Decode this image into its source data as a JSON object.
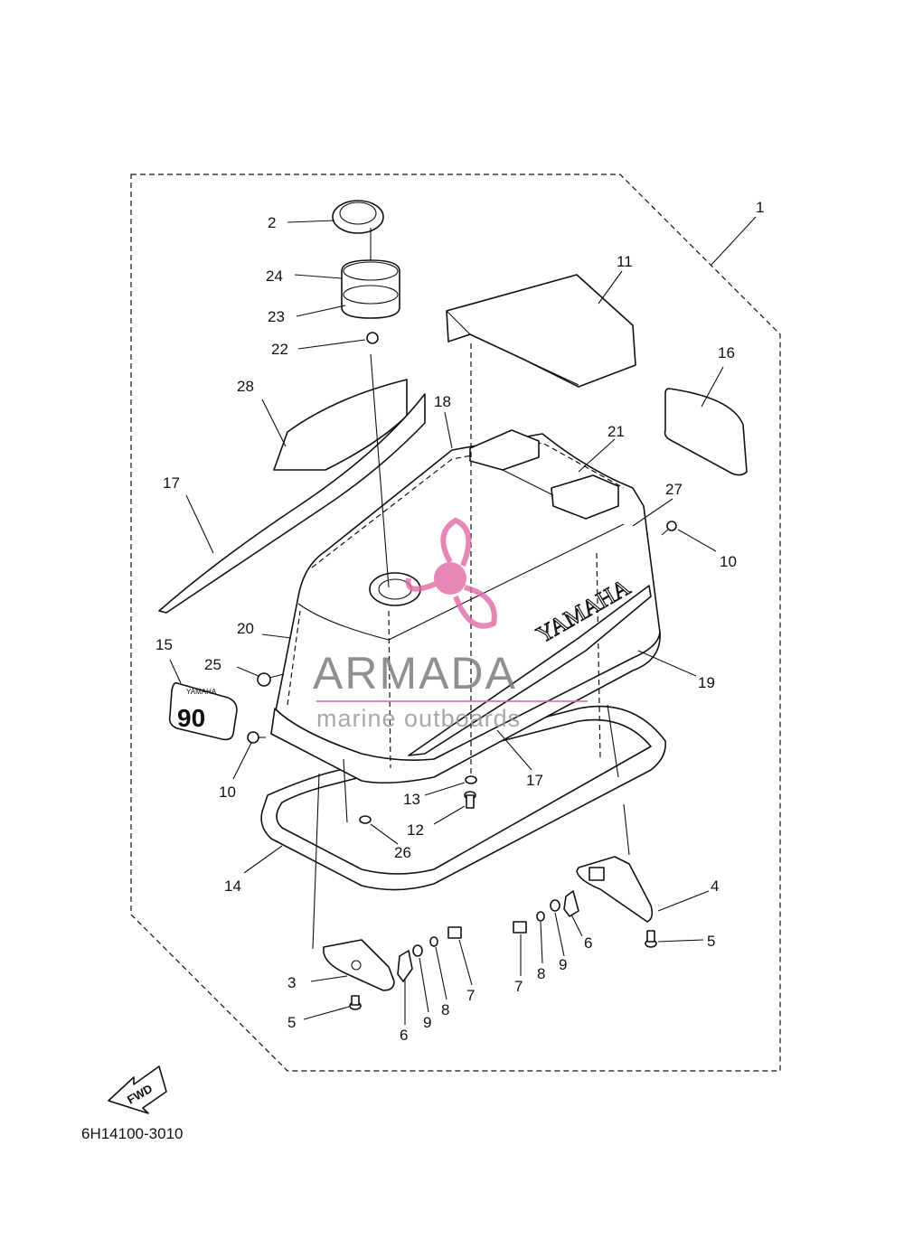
{
  "diagram": {
    "code": "6H14100-3010",
    "fwd_label": "FWD",
    "brand_text": "YAMAHA",
    "emblem_brand": "YAMAHA",
    "emblem_number": "90",
    "watermark": {
      "title": "ARMADA",
      "subtitle": "marine outboards",
      "accent_color": "#e26aa6"
    },
    "callouts": {
      "c1": "1",
      "c2": "2",
      "c3": "3",
      "c4": "4",
      "c5a": "5",
      "c5b": "5",
      "c6a": "6",
      "c6b": "6",
      "c7a": "7",
      "c7b": "7",
      "c8a": "8",
      "c8b": "8",
      "c9a": "9",
      "c9b": "9",
      "c10a": "10",
      "c10b": "10",
      "c11": "11",
      "c12": "12",
      "c13": "13",
      "c14": "14",
      "c15": "15",
      "c16": "16",
      "c17a": "17",
      "c17b": "17",
      "c18": "18",
      "c19": "19",
      "c20": "20",
      "c21": "21",
      "c22": "22",
      "c23": "23",
      "c24": "24",
      "c25": "25",
      "c26": "26",
      "c27": "27",
      "c28": "28"
    }
  }
}
